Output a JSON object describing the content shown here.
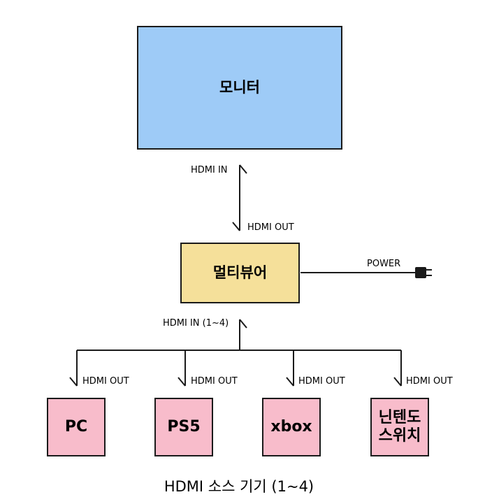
{
  "monitor": {
    "label": "모니터"
  },
  "multiviewer": {
    "label": "멀티뷰어"
  },
  "sources": [
    {
      "label": "PC"
    },
    {
      "label": "PS5"
    },
    {
      "label": "xbox"
    },
    {
      "label": "닌텐도\n스위치"
    }
  ],
  "connections": {
    "monitor_in": "HDMI IN",
    "viewer_out": "HDMI OUT",
    "viewer_in": "HDMI IN (1~4)",
    "source_out": "HDMI OUT",
    "power": "POWER"
  },
  "caption": "HDMI 소스 기기 (1~4)",
  "colors": {
    "monitor": "#9ecbf7",
    "multiviewer": "#f5e09a",
    "source": "#f8bccb",
    "line": "#1a1a1a"
  }
}
